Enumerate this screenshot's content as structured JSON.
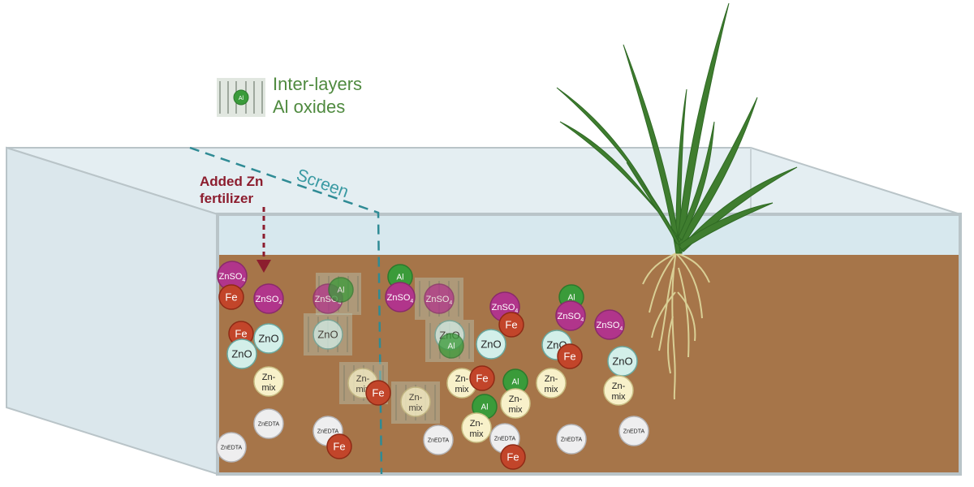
{
  "legend": {
    "icon_label": "Al",
    "line1": "Inter-layers",
    "line2": "Al oxides"
  },
  "labels": {
    "added_line1": "Added Zn",
    "added_line2": "fertilizer",
    "screen": "Screen"
  },
  "colors": {
    "soil": "#a67549",
    "water": "#dbe9ef",
    "glass_stroke": "#b9c4c8",
    "ZnSO4": "#b1358b",
    "Fe": "#c2452a",
    "ZnO": "#d3efe9",
    "Zn-mix": "#f8f1ca",
    "ZnEDTA": "#eeeeef",
    "Al": "#3a9b3a",
    "arrow": "#8c1d2e",
    "screen": "#2f8b95",
    "plant": "#3f7d2f",
    "roots": "#d9cf95"
  },
  "particle_types": {
    "ZnSO4": {
      "text": "ZnSO",
      "sub": "4"
    },
    "Fe": {
      "text": "Fe"
    },
    "ZnO": {
      "text": "ZnO"
    },
    "Zn-mix": {
      "text": "Zn-",
      "line2": "mix"
    },
    "ZnEDTA": {
      "text": "ZnEDTA"
    },
    "Al": {
      "text": "Al"
    }
  }
}
